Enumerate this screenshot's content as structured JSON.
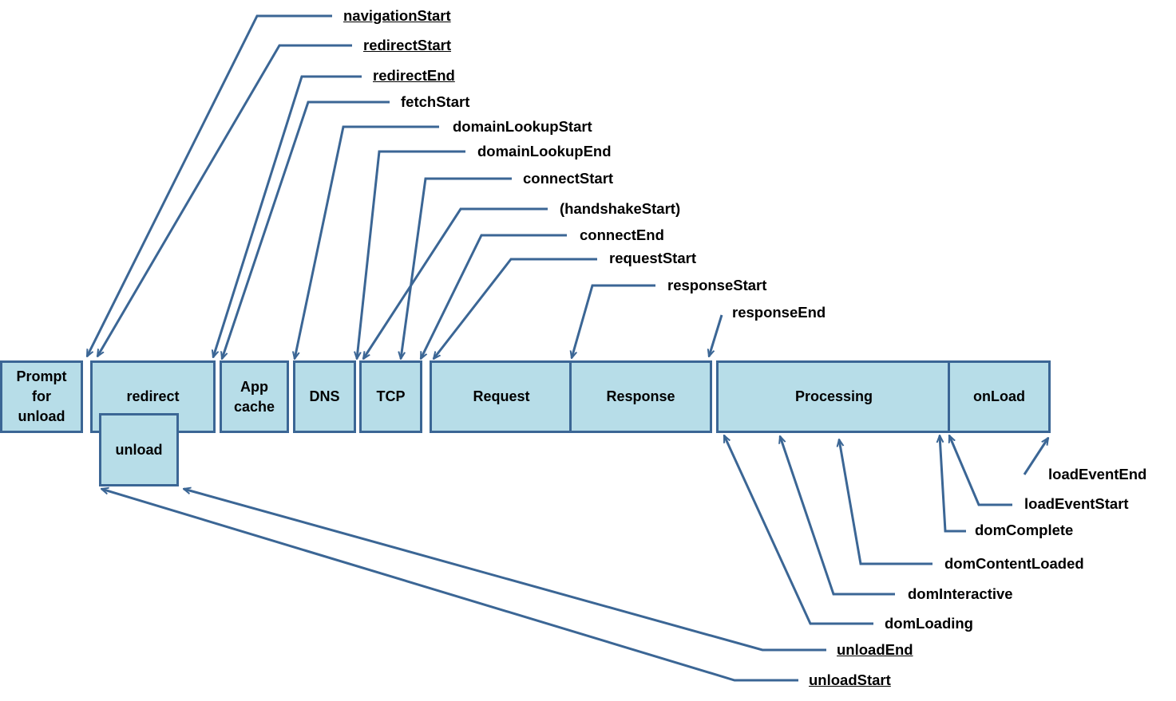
{
  "colors": {
    "box_fill": "#b7dde8",
    "box_border": "#3b6695",
    "line": "#3b6695"
  },
  "boxes": {
    "prompt": "Prompt\nfor\nunload",
    "redirect": "redirect",
    "unload": "unload",
    "appcache": "App\ncache",
    "dns": "DNS",
    "tcp": "TCP",
    "request": "Request",
    "response": "Response",
    "processing": "Processing",
    "onload": "onLoad"
  },
  "labels": {
    "navigationStart": "navigationStart",
    "redirectStart": "redirectStart",
    "redirectEnd": "redirectEnd",
    "fetchStart": "fetchStart",
    "domainLookupStart": "domainLookupStart",
    "domainLookupEnd": "domainLookupEnd",
    "connectStart": "connectStart",
    "handshakeStart": "(handshakeStart)",
    "connectEnd": "connectEnd",
    "requestStart": "requestStart",
    "responseStart": "responseStart",
    "responseEnd": "responseEnd",
    "loadEventEnd": "loadEventEnd",
    "loadEventStart": "loadEventStart",
    "domComplete": "domComplete",
    "domContentLoaded": "domContentLoaded",
    "domInteractive": "domInteractive",
    "domLoading": "domLoading",
    "unloadEnd": "unloadEnd",
    "unloadStart": "unloadStart"
  }
}
